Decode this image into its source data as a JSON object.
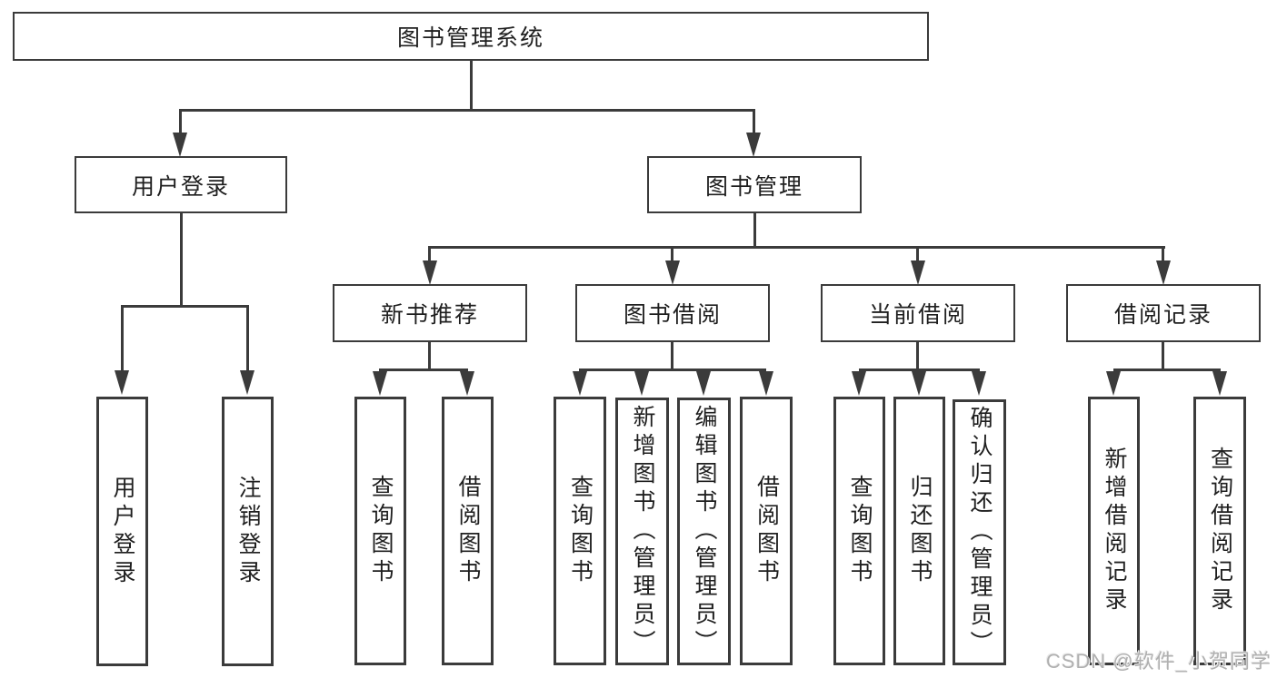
{
  "diagram": {
    "root": "图书管理系统",
    "branches": {
      "user_login": "用户登录",
      "book_mgmt": "图书管理"
    },
    "sections": {
      "new_book": "新书推荐",
      "book_borrow": "图书借阅",
      "current_borrow": "当前借阅",
      "borrow_record": "借阅记录"
    },
    "leaves": {
      "user_login_1": "用户登录",
      "user_login_2": "注销登录",
      "new_book_1": "查询图书",
      "new_book_2": "借阅图书",
      "book_borrow_1": "查询图书",
      "book_borrow_2": "新增图书（管理员）",
      "book_borrow_3": "编辑图书（管理员）",
      "book_borrow_4": "借阅图书",
      "current_borrow_1": "查询图书",
      "current_borrow_2": "归还图书",
      "current_borrow_3": "确认归还（管理员）",
      "borrow_record_1": "新增借阅记录",
      "borrow_record_2": "查询借阅记录"
    }
  },
  "watermark": "CSDN @软件_小贺同学",
  "colors": {
    "line": "#3b3b3b",
    "text": "#1f1f1f",
    "watermark": "#b0b0b0",
    "background": "#ffffff"
  }
}
